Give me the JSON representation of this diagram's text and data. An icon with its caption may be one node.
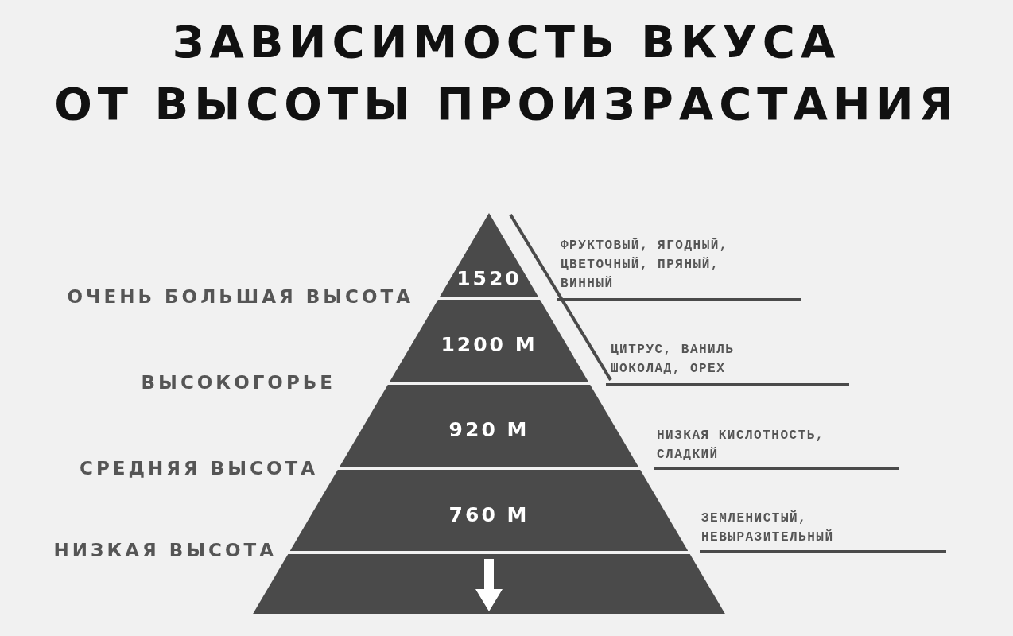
{
  "diagram": {
    "title": "ЗАВИСИМОСТЬ ВКУСА ОТ ВЫСОТЫ ПРОИЗРАСТАНИЯ",
    "nodes": [
      {
        "text": [
          "1520"
        ]
      },
      {
        "text": [
          "1200 М"
        ]
      },
      {
        "text": [
          "920 М"
        ]
      },
      {
        "text": [
          "760 М"
        ]
      },
      {
        "text": [],
        "shape": "band"
      }
    ],
    "labels": [
      "ФРУКТОВЫЙ, ЯГОДНЫЙ, ЦВЕТОЧНЫЙ, ПРЯНЫЙ, ВИННЫЙ",
      "ОЧЕНЬ БОЛЬШАЯ ВЫСОТА",
      "ЦИТРУС, ВАНИЛЬ ШОКОЛАД, ОРЕХ",
      "ВЫСОКОГОРЬЕ",
      "НИЗКАЯ КИСЛОТНОСТЬ, СЛАДКИЙ",
      "СРЕДНЯЯ ВЫСОТА",
      "ЗЕМЛЕНИСТЫЙ, НЕВЫРАЗИТЕЛЬНЫЙ",
      "НИЗКАЯ ВЫСОТА"
    ]
  }
}
